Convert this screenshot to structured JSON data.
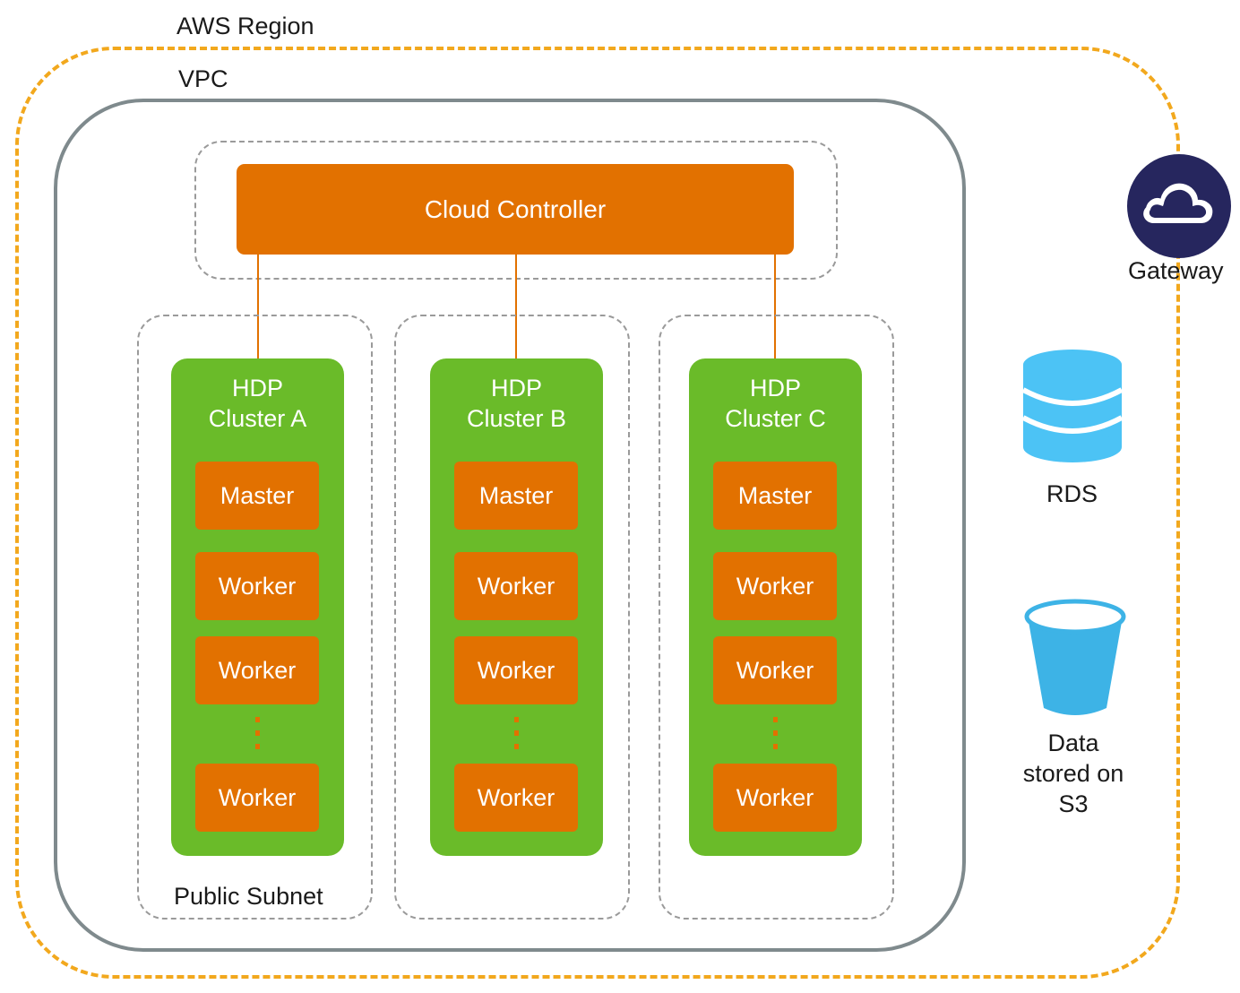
{
  "region": {
    "label": "AWS Region"
  },
  "vpc": {
    "label": "VPC"
  },
  "subnet": {
    "label": "Public Subnet"
  },
  "controller": {
    "label": "Cloud Controller"
  },
  "clusters": [
    {
      "title_line1": "HDP",
      "title_line2": "Cluster A",
      "nodes": [
        "Master",
        "Worker",
        "Worker",
        "Worker"
      ]
    },
    {
      "title_line1": "HDP",
      "title_line2": "Cluster B",
      "nodes": [
        "Master",
        "Worker",
        "Worker",
        "Worker"
      ]
    },
    {
      "title_line1": "HDP",
      "title_line2": "Cluster C",
      "nodes": [
        "Master",
        "Worker",
        "Worker",
        "Worker"
      ]
    }
  ],
  "gateway": {
    "label": "Gateway",
    "icon": "cloud-icon"
  },
  "rds": {
    "label": "RDS",
    "icon": "database-icon"
  },
  "s3": {
    "label_line1": "Data",
    "label_line2": "stored on",
    "label_line3": "S3",
    "icon": "bucket-icon"
  },
  "colors": {
    "region_border": "#f2a81d",
    "vpc_border": "#7f8a8d",
    "controller": "#e27100",
    "cluster": "#6abb29",
    "node": "#e27100",
    "gateway": "#26265e",
    "rds": "#4cc3f5",
    "s3": "#3db3e6"
  }
}
